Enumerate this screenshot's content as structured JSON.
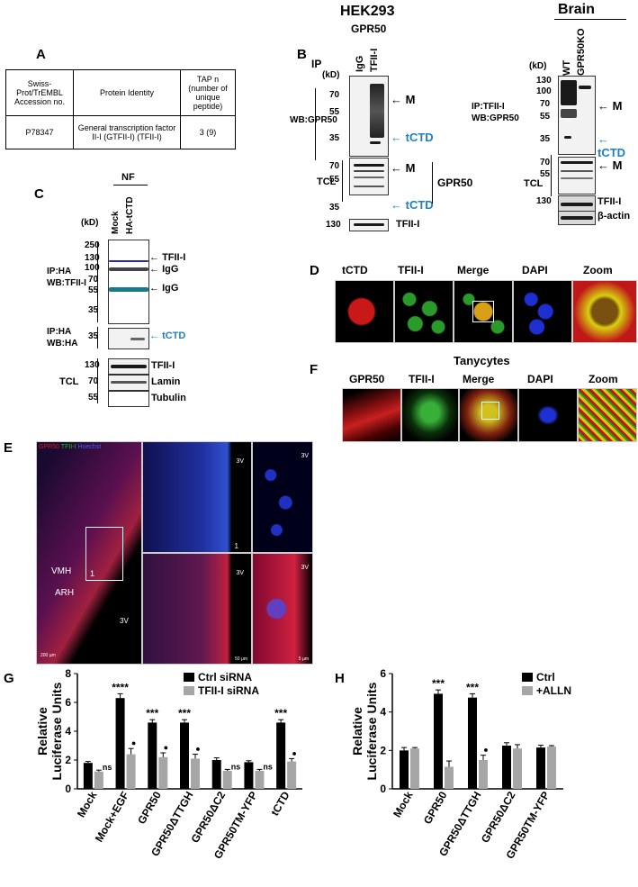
{
  "panels": {
    "A": "A",
    "B": "B",
    "C": "C",
    "D": "D",
    "E": "E",
    "F": "F",
    "G": "G",
    "H": "H"
  },
  "panelA": {
    "headers": [
      "Swiss-Prot/TrEMBL Accession no.",
      "Protein Identity",
      "TAP n (number of unique peptide)"
    ],
    "row": [
      "P78347",
      "General transcription factor II-I (GTFII-I) (TFII-I)",
      "3 (9)"
    ]
  },
  "panelB": {
    "title": "HEK293",
    "subtitle": "GPR50",
    "ip_label": "IP",
    "kd": "(kD)",
    "lanes": [
      "IgG",
      "TFII-I"
    ],
    "wb_label": "WB:GPR50",
    "tcl_label": "TCL",
    "ticks_top": [
      "70",
      "55",
      "35"
    ],
    "ticks_tcl": [
      "70",
      "55",
      "35"
    ],
    "tick_tfii": "130",
    "arrow_m": "M",
    "arrow_tctd": "tCTD",
    "gpr50_label": "GPR50",
    "tfii_label": "TFII-I"
  },
  "brain": {
    "title": "Brain",
    "kd": "(kD)",
    "lanes": [
      "WT",
      "GPR50KO"
    ],
    "ip_label": "IP:TFII-I",
    "wb_label": "WB:GPR50",
    "ticks": [
      "130",
      "100",
      "70",
      "55",
      "35"
    ],
    "ticks_tcl": [
      "70",
      "55"
    ],
    "tick_tfii": "130",
    "tcl_label": "TCL",
    "m": "M",
    "tctd": "tCTD",
    "tfii": "TFII-I",
    "actin": "β-actin"
  },
  "panelC": {
    "nf": "NF",
    "kd": "(kD)",
    "lanes": [
      "Mock",
      "HA-tCTD"
    ],
    "ip1": "IP:HA",
    "wb1": "WB:TFII-I",
    "ticks1": [
      "250",
      "130",
      "100",
      "70",
      "55",
      "35"
    ],
    "tfii": "TFII-I",
    "igg1": "IgG",
    "igg2": "IgG",
    "ip2": "IP:HA",
    "wb2": "WB:HA",
    "tick2": "35",
    "tctd": "tCTD",
    "tcl": "TCL",
    "tcl_ticks": [
      "130",
      "70",
      "55"
    ],
    "tcl_labels": [
      "TFII-I",
      "Lamin",
      "Tubulin"
    ]
  },
  "panelD": {
    "labels": [
      "tCTD",
      "TFII-I",
      "Merge",
      "DAPI",
      "Zoom"
    ]
  },
  "panelF": {
    "title": "Tanycytes",
    "labels": [
      "GPR50",
      "TFII-I",
      "Merge",
      "DAPI",
      "Zoom"
    ]
  },
  "panelE": {
    "legend_gpr50": "GPR50",
    "legend_tfii": "TFII-I",
    "legend_hoechst": "Hoechst",
    "vmh": "VMH",
    "arh": "ARH",
    "v3": "3V",
    "box": "1",
    "scale1": "200 µm",
    "scale2": "50 µm",
    "scale3": "5 µm"
  },
  "chart_data": [
    {
      "type": "bar",
      "panel": "G",
      "ylabel": "Relative Luciferase Units",
      "ylim": [
        0,
        8
      ],
      "yticks": [
        "0",
        "2",
        "4",
        "6",
        "8"
      ],
      "categories": [
        "Mock",
        "Mock+EGF",
        "GPR50",
        "GPR50ΔTTGH",
        "GPR50ΔC2",
        "GPR50TM-YFP",
        "tCTD"
      ],
      "series": [
        {
          "name": "Ctrl siRNA",
          "color": "#000000",
          "values": [
            1.8,
            6.3,
            4.6,
            4.6,
            2.0,
            1.85,
            4.6
          ],
          "errors": [
            0.1,
            0.3,
            0.2,
            0.2,
            0.15,
            0.1,
            0.2
          ]
        },
        {
          "name": "TFII-I siRNA",
          "color": "#a6a6a6",
          "values": [
            1.2,
            2.4,
            2.2,
            2.1,
            1.25,
            1.25,
            1.9
          ],
          "errors": [
            0.1,
            0.4,
            0.3,
            0.3,
            0.1,
            0.1,
            0.2
          ]
        }
      ],
      "annotations_top": [
        "",
        "****",
        "***",
        "***",
        "",
        "",
        "***"
      ],
      "annotations_second": [
        "ns",
        "●",
        "●",
        "●",
        "ns",
        "ns",
        "●"
      ]
    },
    {
      "type": "bar",
      "panel": "H",
      "ylabel": "Relative Luciferase Units",
      "ylim": [
        0,
        6
      ],
      "yticks": [
        "0",
        "2",
        "4",
        "6"
      ],
      "categories": [
        "Mock",
        "GPR50",
        "GPR50ΔTTGH",
        "GPR50ΔC2",
        "GPR50TM-YFP"
      ],
      "series": [
        {
          "name": "Ctrl",
          "color": "#000000",
          "values": [
            2.0,
            4.95,
            4.75,
            2.25,
            2.15
          ],
          "errors": [
            0.15,
            0.2,
            0.2,
            0.15,
            0.12
          ]
        },
        {
          "name": "+ALLN",
          "color": "#a6a6a6",
          "values": [
            2.1,
            1.15,
            1.5,
            2.1,
            2.2
          ],
          "errors": [
            0.05,
            0.3,
            0.25,
            0.2,
            0.05
          ]
        }
      ],
      "annotations_top": [
        "",
        "***",
        "***",
        "",
        ""
      ],
      "annotations_second": [
        "",
        "",
        "●",
        "",
        ""
      ]
    }
  ]
}
